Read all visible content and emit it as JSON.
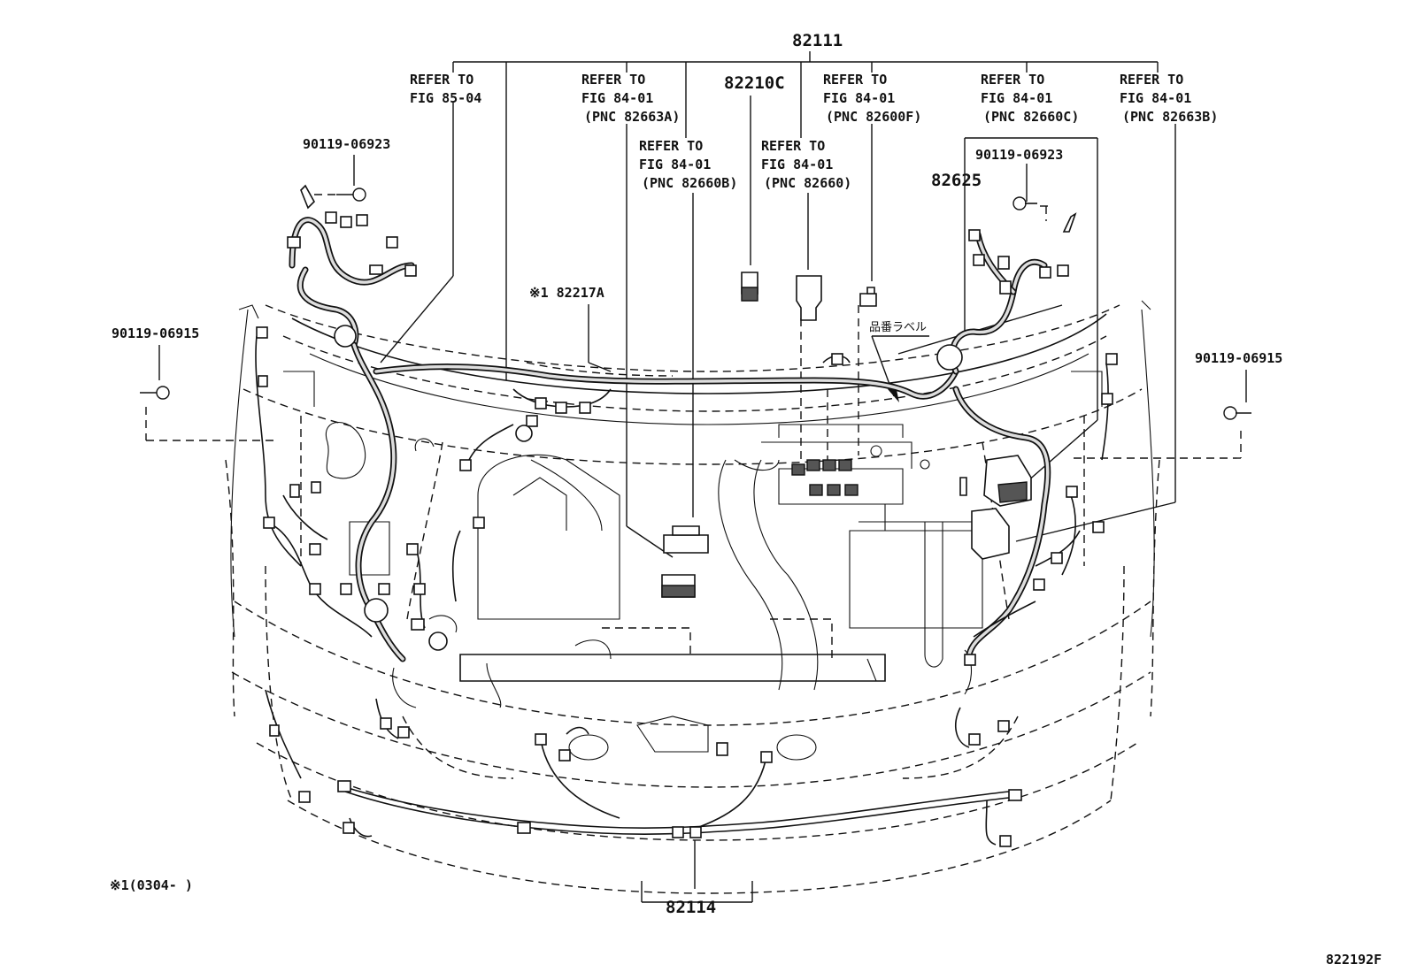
{
  "labels": {
    "part_82111": "82111",
    "part_82210c": "82210C",
    "part_82625": "82625",
    "part_82217a": "※1 82217A",
    "part_82114": "82114",
    "bolt_top_left": "90119-06923",
    "bolt_top_right": "90119-06923",
    "bolt_left": "90119-06915",
    "bolt_right": "90119-06915",
    "label_jp": "品番ラベル",
    "footnote": "※1(0304-    )",
    "figure_id": "822192F"
  },
  "refs": {
    "fig85_04": [
      "REFER TO",
      "FIG 85-04"
    ],
    "pnc82663a": [
      "REFER TO",
      "FIG 84-01",
      "(PNC 82663A)"
    ],
    "pnc82660b": [
      "REFER TO",
      "FIG 84-01",
      "(PNC 82660B)"
    ],
    "pnc82660": [
      "REFER TO",
      "FIG 84-01",
      "(PNC 82660)"
    ],
    "pnc82600f": [
      "REFER TO",
      "FIG 84-01",
      "(PNC 82600F)"
    ],
    "pnc82660c": [
      "REFER TO",
      "FIG 84-01",
      "(PNC 82660C)"
    ],
    "pnc82663b": [
      "REFER TO",
      "FIG 84-01",
      "(PNC 82663B)"
    ]
  }
}
